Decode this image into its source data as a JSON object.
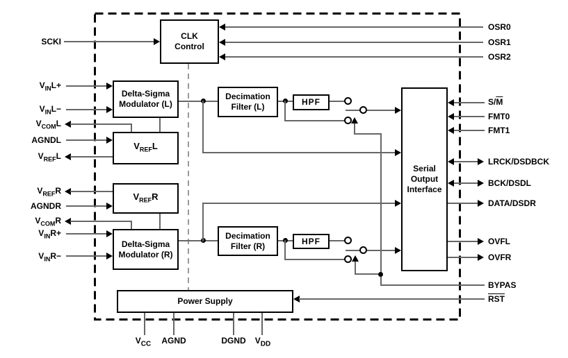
{
  "blocks": {
    "clk_control": {
      "line1": "CLK",
      "line2": "Control"
    },
    "delta_sigma_modulator_l": {
      "line1": "Delta-Sigma",
      "line2": "Modulator (L)"
    },
    "vref_l": {
      "pre": "V",
      "sub": "REF",
      "post": "L"
    },
    "vref_r": {
      "pre": "V",
      "sub": "REF",
      "post": "R"
    },
    "delta_sigma_modulator_r": {
      "line1": "Delta-Sigma",
      "line2": "Modulator (R)"
    },
    "decimation_filter_l": {
      "line1": "Decimation",
      "line2": "Filter (L)"
    },
    "decimation_filter_r": {
      "line1": "Decimation",
      "line2": "Filter (R)"
    },
    "hpf_l": {
      "label": "HPF"
    },
    "hpf_r": {
      "label": "HPF"
    },
    "serial_output_interface": {
      "line1": "Serial",
      "line2": "Output",
      "line3": "Interface"
    },
    "power_supply": {
      "label": "Power Supply"
    }
  },
  "pins": {
    "left": {
      "scki": {
        "label": "SCKI"
      },
      "vin_l_plus": {
        "pre": "V",
        "sub": "IN",
        "post": "L+"
      },
      "vin_l_minus": {
        "pre": "V",
        "sub": "IN",
        "post": "L−"
      },
      "vcom_l": {
        "pre": "V",
        "sub": "COM",
        "post": "L"
      },
      "agndl": {
        "label": "AGNDL"
      },
      "vref_l": {
        "pre": "V",
        "sub": "REF",
        "post": "L"
      },
      "vref_r": {
        "pre": "V",
        "sub": "REF",
        "post": "R"
      },
      "agndr": {
        "label": "AGNDR"
      },
      "vcom_r": {
        "pre": "V",
        "sub": "COM",
        "post": "R"
      },
      "vin_r_plus": {
        "pre": "V",
        "sub": "IN",
        "post": "R+"
      },
      "vin_r_minus": {
        "pre": "V",
        "sub": "IN",
        "post": "R−"
      }
    },
    "right": {
      "osr0": {
        "label": "OSR0"
      },
      "osr1": {
        "label": "OSR1"
      },
      "osr2": {
        "label": "OSR2"
      },
      "s_m": {
        "pre": "S/",
        "over": "M"
      },
      "fmt0": {
        "label": "FMT0"
      },
      "fmt1": {
        "label": "FMT1"
      },
      "lrck_dsdbck": {
        "label": "LRCK/DSDBCK"
      },
      "bck_dsdl": {
        "label": "BCK/DSDL"
      },
      "data_dsdr": {
        "label": "DATA/DSDR"
      },
      "ovfl": {
        "label": "OVFL"
      },
      "ovfr": {
        "label": "OVFR"
      },
      "bypas": {
        "label": "BYPAS"
      },
      "rst": {
        "over": "RST"
      }
    },
    "bottom": {
      "vcc": {
        "pre": "V",
        "sub": "CC"
      },
      "agnd": {
        "label": "AGND"
      },
      "dgnd": {
        "label": "DGND"
      },
      "vdd": {
        "pre": "V",
        "sub": "DD"
      }
    }
  },
  "colors": {
    "background": "#ffffff",
    "wire": "#666666",
    "block_border": "#000000",
    "clock_dash": "#999999"
  }
}
